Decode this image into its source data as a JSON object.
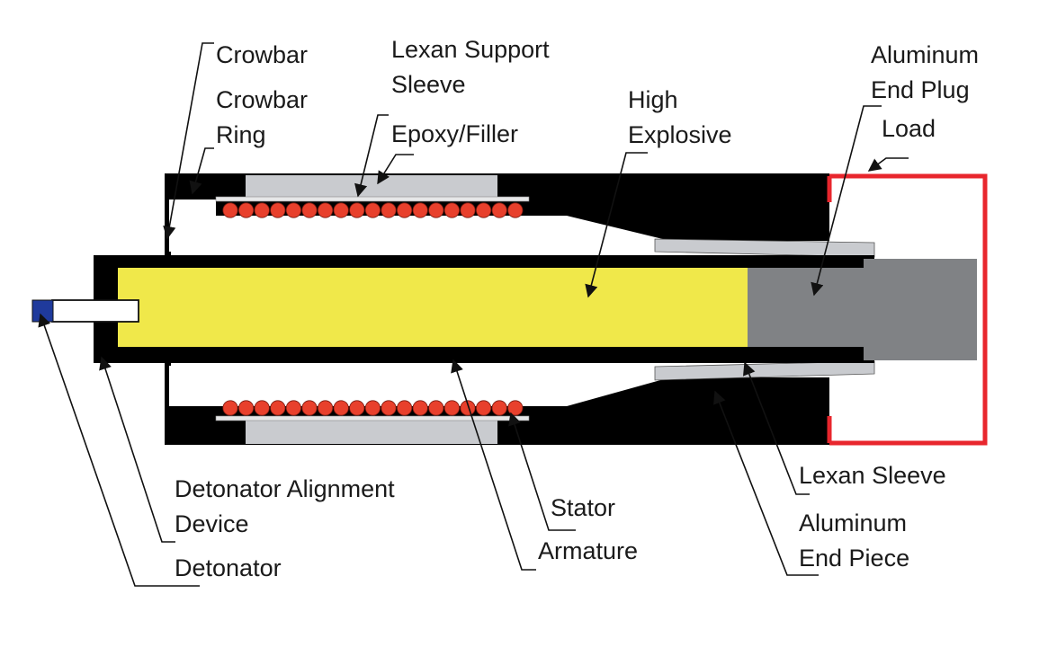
{
  "colors": {
    "body": "#000000",
    "explosive": "#f0e84a",
    "end_plug": "#808285",
    "sleeve": "#c9cbcf",
    "coil": "#e8402c",
    "load": "#e8262d",
    "detonator": "#1f3a9c"
  },
  "labels": {
    "crowbar": "Crowbar",
    "crowbar_ring_1": "Crowbar",
    "crowbar_ring_2": "Ring",
    "lexan_support_sleeve_1": "Lexan Support",
    "lexan_support_sleeve_2": "Sleeve",
    "epoxy_filler": "Epoxy/Filler",
    "high_explosive_1": "High",
    "high_explosive_2": "Explosive",
    "aluminum_end_plug_1": "Aluminum",
    "aluminum_end_plug_2": "End Plug",
    "load": "Load",
    "detonator_alignment_device_1": "Detonator Alignment",
    "detonator_alignment_device_2": "Device",
    "detonator": "Detonator",
    "stator": "Stator",
    "armature": "Armature",
    "lexan_sleeve": "Lexan Sleeve",
    "aluminum_end_piece_1": "Aluminum",
    "aluminum_end_piece_2": "End Piece"
  }
}
